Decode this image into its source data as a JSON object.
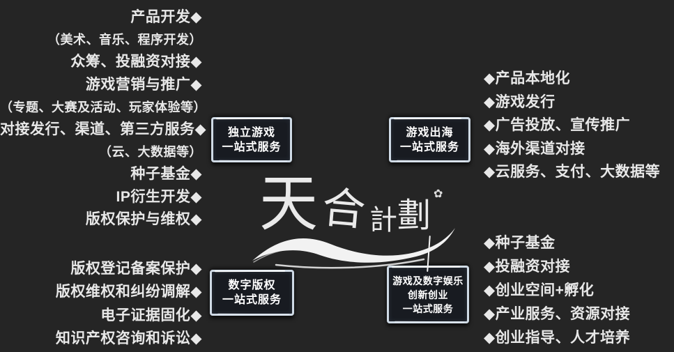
{
  "colors": {
    "background": "#252525",
    "text": "#e8e8e8",
    "box_background": "#181b21",
    "box_border": "#cfdae5",
    "box_text": "#ffffff",
    "logo": "#f3f3f3"
  },
  "left_top": [
    "产品开发◆",
    "（美术、音乐、程序开发）",
    "众筹、投融资对接◆",
    "游戏营销与推广◆",
    "（专题、大赛及活动、玩家体验等）",
    "对接发行、渠道、第三方服务◆",
    "（云、大数据等）",
    "种子基金◆",
    "IP衍生开发◆",
    "版权保护与维权◆"
  ],
  "left_bottom": [
    "版权登记备案保护◆",
    "版权维权和纠纷调解◆",
    "电子证据固化◆",
    "知识产权咨询和诉讼◆"
  ],
  "right_top": [
    "◆产品本地化",
    "◆游戏发行",
    "◆广告投放、宣传推广",
    "◆海外渠道对接",
    "◆云服务、支付、大数据等"
  ],
  "right_bottom": [
    "◆种子基金",
    "◆投融资对接",
    "◆创业空间+孵化",
    "◆产业服务、资源对接",
    "◆创业指导、人才培养"
  ],
  "boxes": [
    {
      "lines": [
        "独立游戏",
        "一站式服务"
      ]
    },
    {
      "lines": [
        "游戏出海",
        "一站式服务"
      ]
    },
    {
      "lines": [
        "数字版权",
        "一站式服务"
      ]
    },
    {
      "lines": [
        "游戏及数字娱乐",
        "创新创业",
        "一站式服务"
      ]
    }
  ],
  "logo": {
    "text": "天合計劃",
    "chars": [
      "天",
      "合",
      "計",
      "劃"
    ],
    "doodle": "✿"
  }
}
